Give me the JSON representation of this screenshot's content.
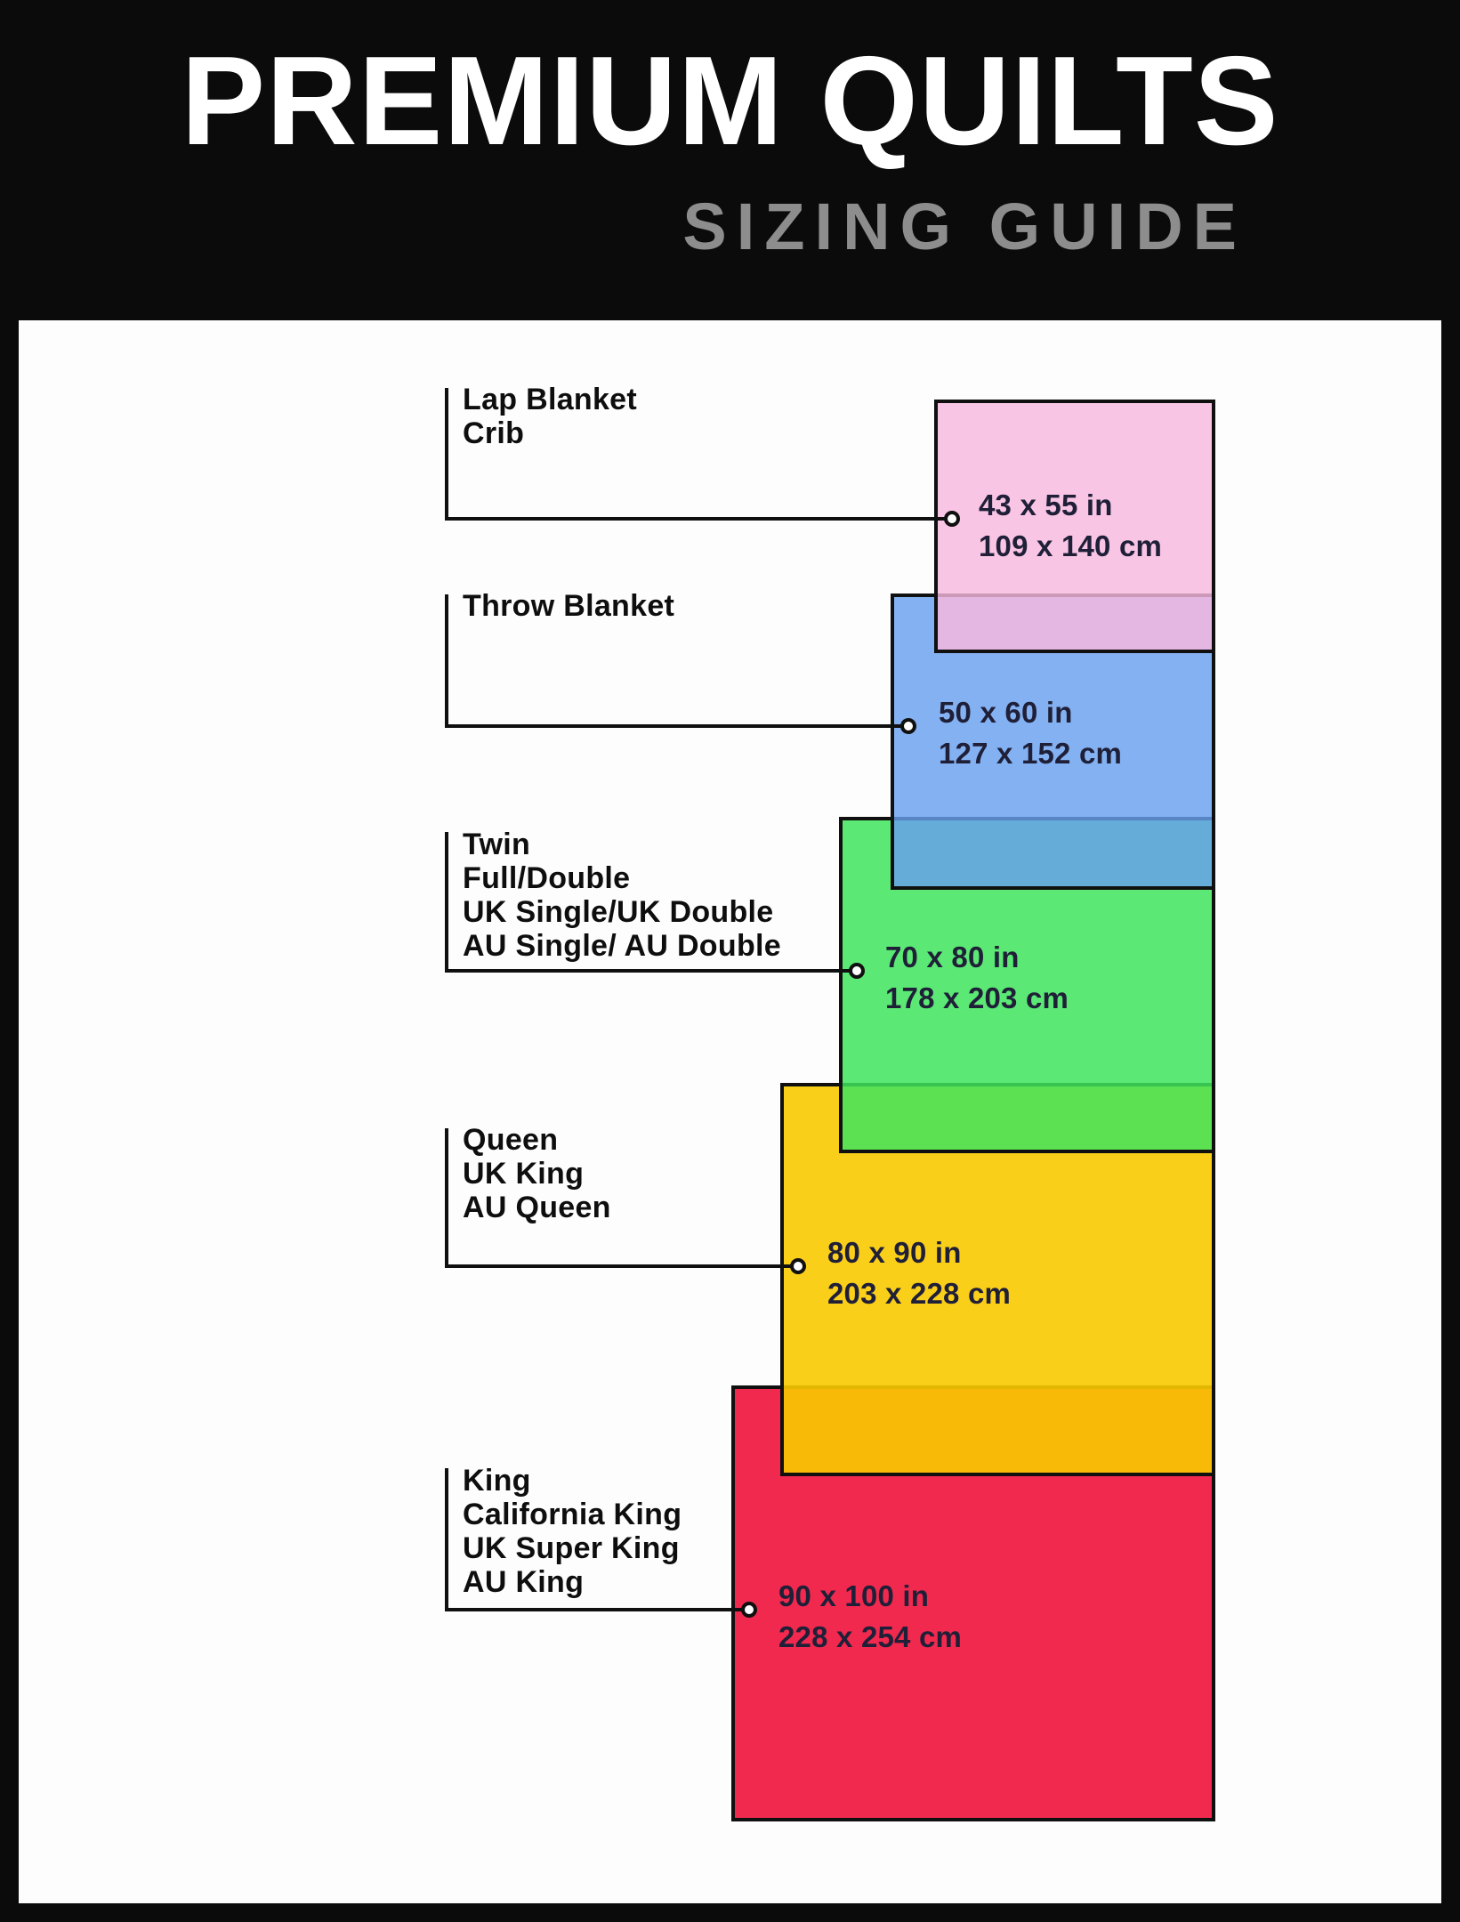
{
  "header": {
    "title": "PREMIUM QUILTS",
    "subtitle": "SIZING GUIDE"
  },
  "colors": {
    "background": "#0b0b0b",
    "panel": "#fdfdfd",
    "line": "#101010",
    "title_text": "#ffffff",
    "subtitle_text": "#8d8d8d"
  },
  "sizes": [
    {
      "names": [
        "Lap Blanket",
        "Crib"
      ],
      "inches": "43 x 55 in",
      "cm": "109 x 140 cm",
      "fill": "rgba(248,184,222,0.82)"
    },
    {
      "names": [
        "Throw Blanket"
      ],
      "inches": "50 x 60 in",
      "cm": "127 x 152 cm",
      "fill": "rgba(104,160,238,0.82)"
    },
    {
      "names": [
        "Twin",
        "Full/Double",
        "UK Single/UK Double",
        "AU Single/ AU Double"
      ],
      "inches": "70 x 80 in",
      "cm": "178 x 203 cm",
      "fill": "rgba(62,228,92,0.85)"
    },
    {
      "names": [
        "Queen",
        "UK King",
        "AU Queen"
      ],
      "inches": "80 x 90 in",
      "cm": "203 x 228 cm",
      "fill": "rgba(250,202,0,0.9)"
    },
    {
      "names": [
        "King",
        "California King",
        "UK Super King",
        "AU King"
      ],
      "inches": "90 x 100 in",
      "cm": "228 x 254 cm",
      "fill": "rgba(241,41,78,1)"
    }
  ]
}
